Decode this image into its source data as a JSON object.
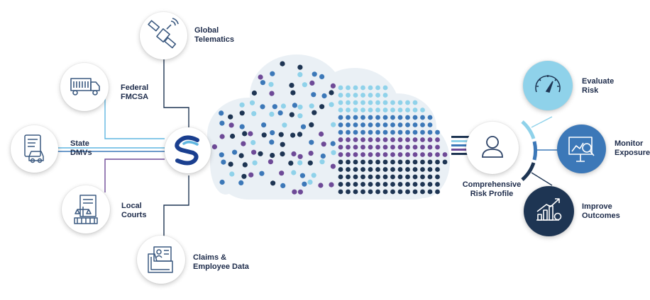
{
  "sources": [
    {
      "id": "telematics",
      "icon": "satellite-icon",
      "line1": "Global",
      "line2": "Telematics"
    },
    {
      "id": "fmcsa",
      "icon": "truck-icon",
      "line1": "Federal",
      "line2": "FMCSA"
    },
    {
      "id": "dmv",
      "icon": "license-car-icon",
      "line1": "State",
      "line2": "DMVs"
    },
    {
      "id": "courts",
      "icon": "courthouse-scales-icon",
      "line1": "Local",
      "line2": "Courts"
    },
    {
      "id": "claims",
      "icon": "folder-id-card-icon",
      "line1": "Claims &",
      "line2": "Employee Data"
    }
  ],
  "hub": {
    "icon": "logo-s-icon"
  },
  "profile": {
    "icon": "user-icon",
    "line1": "Comprehensive",
    "line2": "Risk Profile"
  },
  "outcomes": [
    {
      "id": "evaluate",
      "icon": "gauge-icon",
      "line1": "Evaluate",
      "line2": "Risk"
    },
    {
      "id": "monitor",
      "icon": "chart-magnifier-icon",
      "line1": "Monitor",
      "line2": "Exposure"
    },
    {
      "id": "improve",
      "icon": "growth-chart-gear-icon",
      "line1": "Improve",
      "line2": "Outcomes"
    }
  ],
  "colors": {
    "navy": "#1e3553",
    "mid_blue": "#3c78b8",
    "light_blue": "#8fd2ea",
    "purple": "#6e4a97",
    "cloud": "#eaf0f5",
    "line_blue": "#5fb6e0"
  }
}
